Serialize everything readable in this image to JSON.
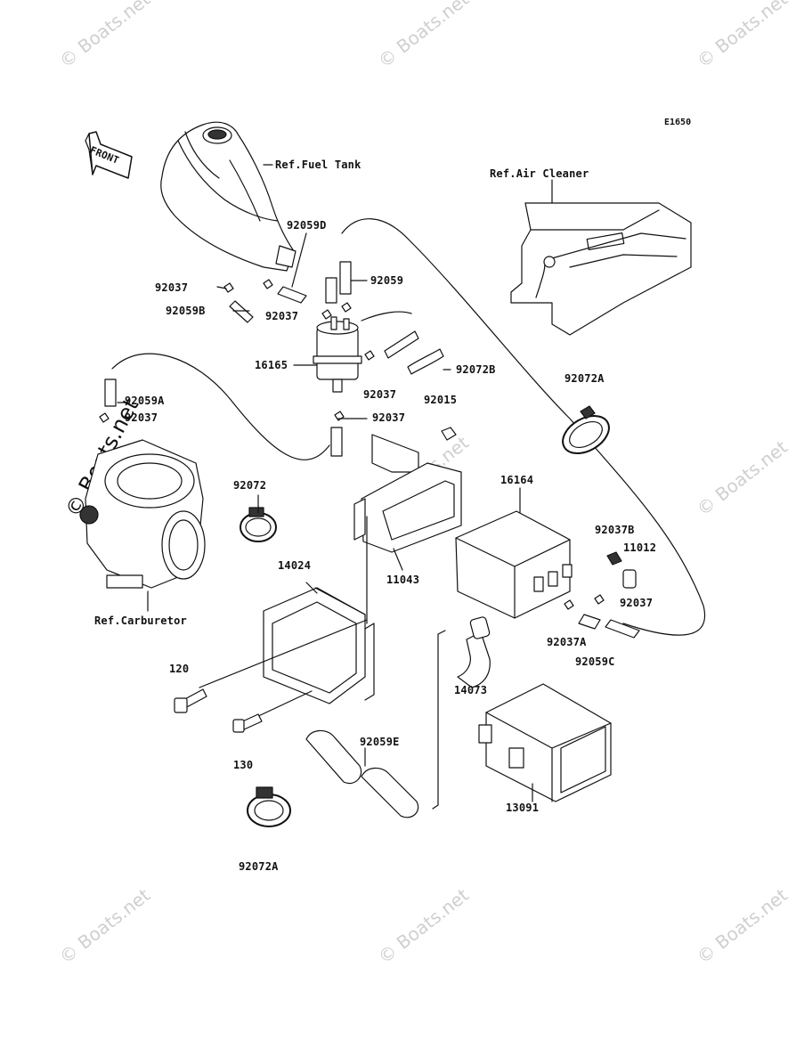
{
  "diagram": {
    "code": "E1650",
    "front_label": "FRONT",
    "watermark": "© Boats.net",
    "labels": {
      "ref_fuel_tank": "Ref.Fuel Tank",
      "ref_air_cleaner": "Ref.Air Cleaner",
      "ref_carburetor": "Ref.Carburetor",
      "p92059D": "92059D",
      "p92037_a": "92037",
      "p92059B": "92059B",
      "p92037_b": "92037",
      "p92059": "92059",
      "p16165": "16165",
      "p92037_c": "92037",
      "p92072B": "92072B",
      "p92059A": "92059A",
      "p92037_d": "92037",
      "p92037_e": "92037",
      "p92015": "92015",
      "p92072A_top": "92072A",
      "p92072": "92072",
      "p11043": "11043",
      "p16164": "16164",
      "p92037B": "92037B",
      "p11012": "11012",
      "p92037_f": "92037",
      "p92037A": "92037A",
      "p92059C": "92059C",
      "p14024": "14024",
      "p120": "120",
      "p14073": "14073",
      "p130": "130",
      "p92059E": "92059E",
      "p13091": "13091",
      "p92072A_bottom": "92072A"
    }
  }
}
